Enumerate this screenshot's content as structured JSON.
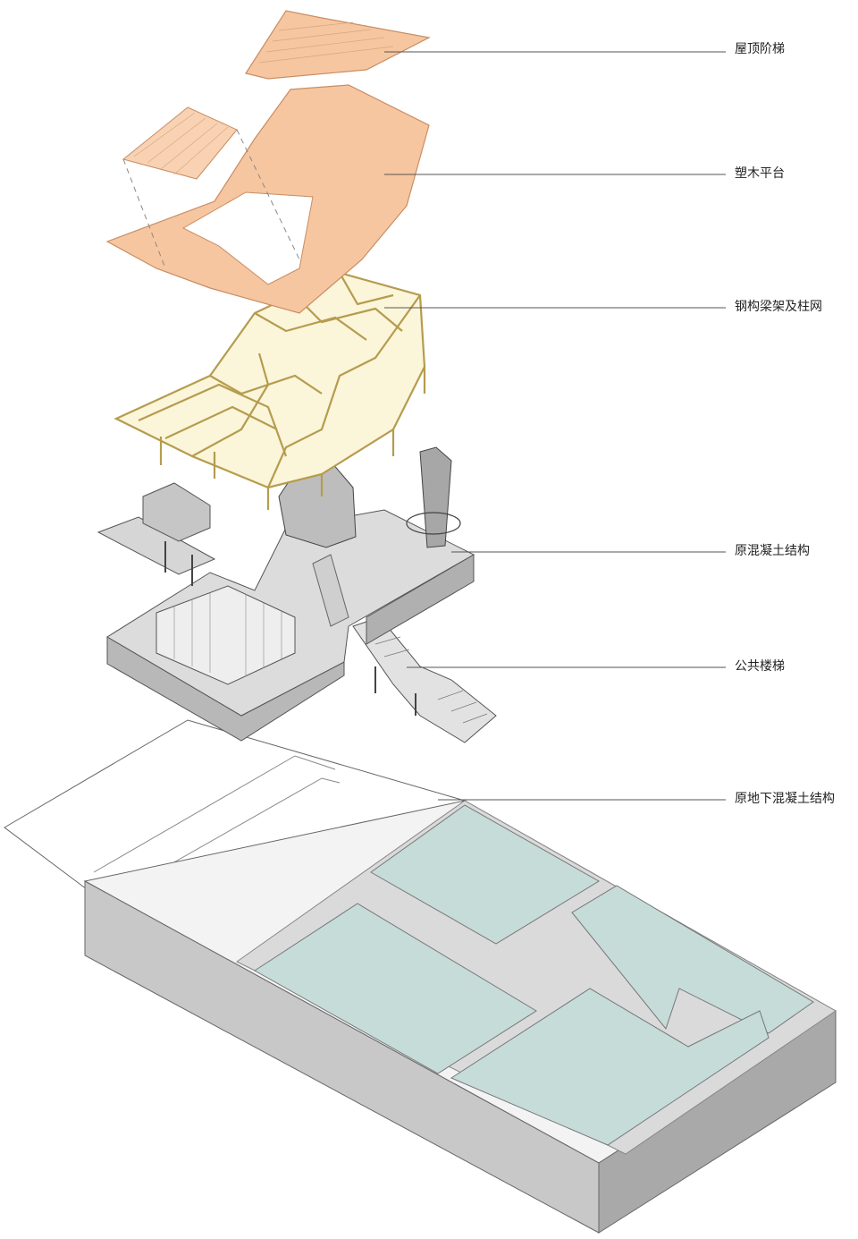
{
  "labels": {
    "roof_stairs": "屋顶阶梯",
    "wood_platform": "塑木平台",
    "steel_frame": "钢构梁架及柱网",
    "concrete_structure": "原混凝土结构",
    "public_stairs": "公共楼梯",
    "underground_structure": "原地下混凝土结构"
  },
  "colors": {
    "wood": "#f6c6a0",
    "wood_edge": "#c98d63",
    "steel": "#e8d9a0",
    "steel_edge": "#b59c4e",
    "concrete_top": "#dcdcdc",
    "concrete_side": "#b6b6b6",
    "water": "#c6dcd9",
    "plinth_side": "#c2c2c2",
    "leader": "#555555"
  }
}
